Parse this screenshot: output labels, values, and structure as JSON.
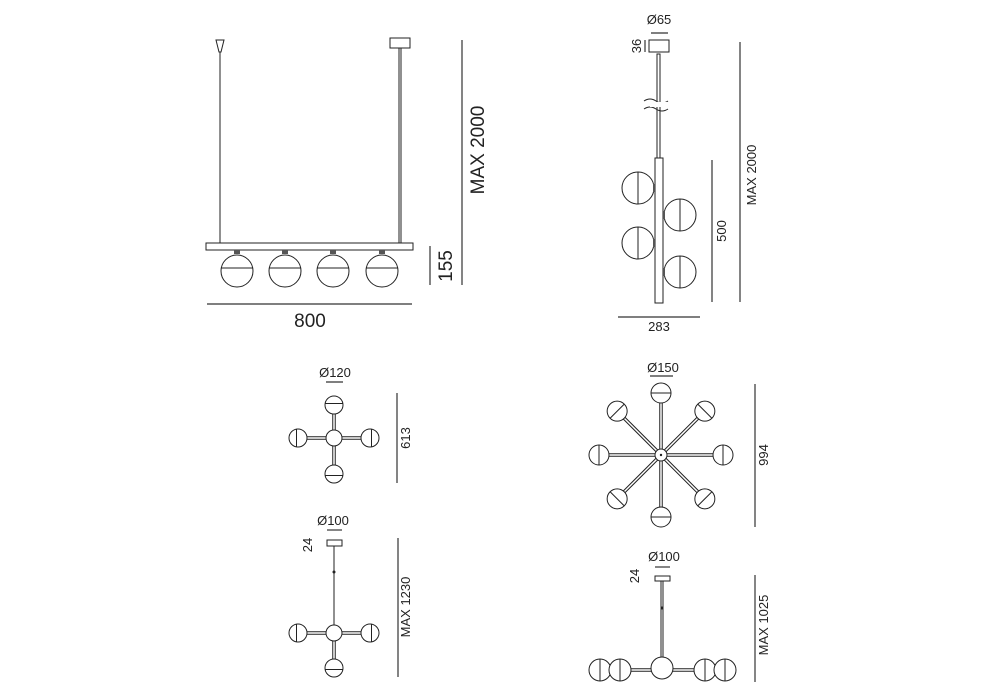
{
  "linear_view": {
    "width_label": "800",
    "height_label": "MAX 2000",
    "body_height_label": "155"
  },
  "vertical_view": {
    "canopy_diameter_label": "Ø65",
    "canopy_height_label": "36",
    "body_height_label": "500",
    "height_label": "MAX 2000",
    "width_label": "283"
  },
  "cross_top_view": {
    "diameter_label": "Ø120",
    "span_label": "613"
  },
  "cross_side_view": {
    "canopy_diameter_label": "Ø100",
    "canopy_height_label": "24",
    "height_label": "MAX 1230"
  },
  "radial_top_view": {
    "diameter_label": "Ø150",
    "span_label": "994"
  },
  "radial_side_view": {
    "canopy_diameter_label": "Ø100",
    "canopy_height_label": "24",
    "height_label": "MAX 1025"
  }
}
